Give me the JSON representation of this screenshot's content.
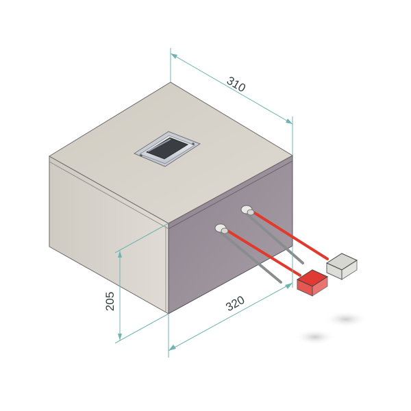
{
  "drawing": {
    "subject": "battery-box-with-handle-and-connectors",
    "dimensions": {
      "depth": {
        "value": "310",
        "unit": ""
      },
      "width": {
        "value": "320",
        "unit": ""
      },
      "height": {
        "value": "205",
        "unit": ""
      }
    },
    "connectors": [
      {
        "name": "connector-negative",
        "housing_color": "#d7d7d2",
        "cable_color": "#e13a2c"
      },
      {
        "name": "connector-positive",
        "housing_color": "#e03a34",
        "cable_color": "#e13a2c"
      }
    ],
    "colors": {
      "dimension_line": "#6fb4b0",
      "lid_top": "#d6d2c8",
      "front_face": "#d8d3cb",
      "right_face": "#968b95",
      "cable_grey": "#8a8d8f",
      "cable_red": "#e13a2c"
    }
  }
}
